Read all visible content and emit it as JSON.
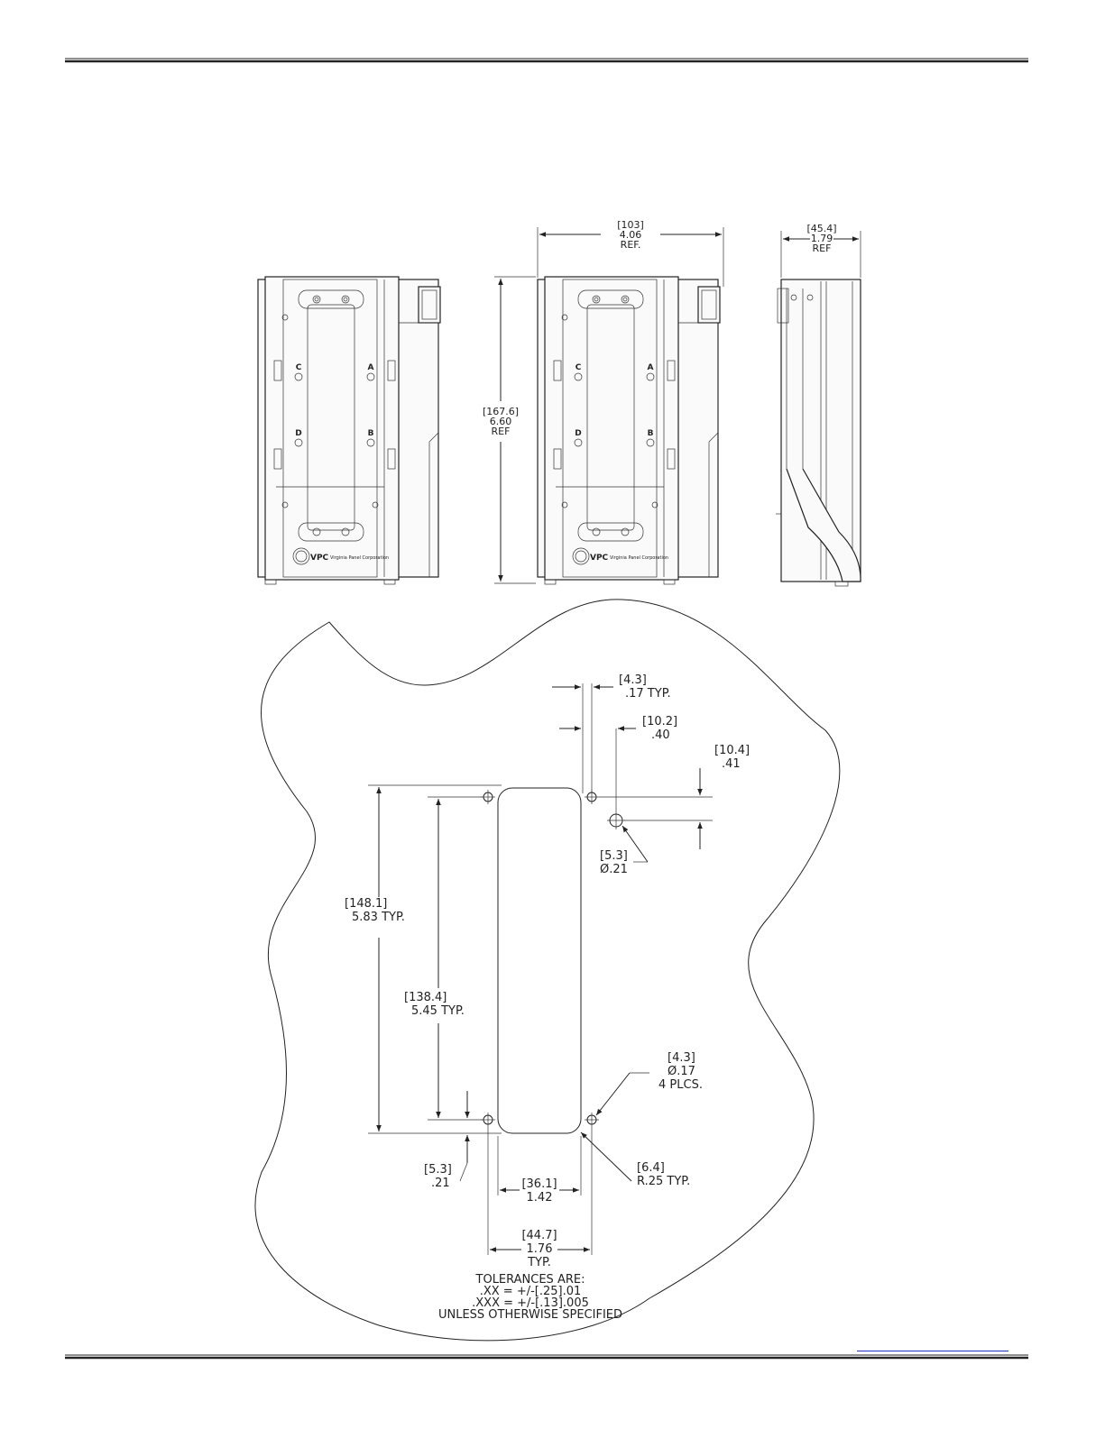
{
  "front_view": {
    "slot_labels": [
      "A",
      "B",
      "C",
      "D"
    ],
    "logo_abbr": "VPC",
    "logo_text": "Virginia Panel Corporation"
  },
  "dimensions": {
    "width_ref": [
      "[103]",
      "4.06",
      "REF."
    ],
    "depth_ref": [
      "[45.4]",
      "1.79",
      "REF"
    ],
    "height_ref": [
      "[167.6]",
      "6.60",
      "REF"
    ],
    "hole_offset": [
      "[4.3]",
      ".17  TYP."
    ],
    "hole_center_x": [
      "[10.2]",
      ".40"
    ],
    "hole_center_y": [
      "[10.4]",
      ".41"
    ],
    "large_hole": [
      "[5.3]",
      "Ø.21"
    ],
    "outer_height": [
      "[148.1]",
      "5.83  TYP."
    ],
    "inner_height": [
      "[138.4]",
      "5.45  TYP."
    ],
    "small_holes": [
      "[4.3]",
      "Ø.17",
      "4 PLCS."
    ],
    "bottom_offset": [
      "[5.3]",
      ".21"
    ],
    "corner_radius": [
      "[6.4]",
      "R.25  TYP."
    ],
    "cutout_width": [
      "[36.1]",
      "1.42"
    ],
    "hole_spacing": [
      "[44.7]",
      "1.76",
      "TYP."
    ]
  },
  "tolerances": [
    "TOLERANCES ARE:",
    ".XX = +/-[.25].01",
    ".XXX = +/-[.13].005",
    "UNLESS OTHERWISE SPECIFIED"
  ]
}
